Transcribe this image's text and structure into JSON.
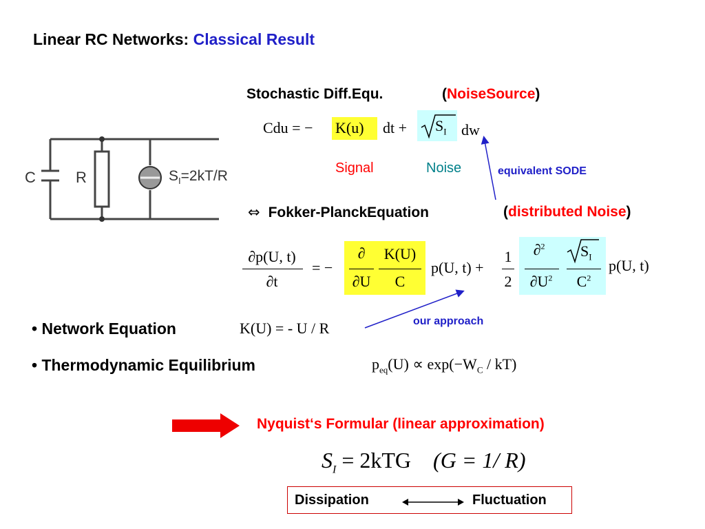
{
  "title": {
    "main": "Linear RC Networks:",
    "accent": "Classical Result"
  },
  "circuit": {
    "cap_label": "C",
    "res_label": "R",
    "source_label": "S",
    "source_sub": "I",
    "source_eq": "=2kT/R"
  },
  "sode": {
    "heading": "Stochastic Diff.Equ.",
    "paren_open": "(",
    "noise_a": "Noise",
    "noise_b": "Source",
    "paren_close": ")",
    "lhs": "Cdu = −",
    "ku": "K(u)",
    "mid": "dt +",
    "sqrt_s": "S",
    "sqrt_sub": "I",
    "dw": "dw",
    "signal": "Signal",
    "noise": "Noise",
    "equivalent": "equivalent SODE"
  },
  "fp": {
    "arrow": "⇔",
    "heading": "Fokker-PlanckEquation",
    "paren_open": "(",
    "dist_a": "distributed",
    "dist_b": "Noise",
    "paren_close": ")",
    "lhs_num": "∂p(U, t)",
    "lhs_den": "∂t",
    "eq": "= −",
    "d_num": "∂",
    "d_den": "∂U",
    "k_num": "K(U)",
    "k_den": "C",
    "p1": "p(U, t) +",
    "half_num": "1",
    "half_den": "2",
    "d2_num": "∂",
    "d2_num_sup": "2",
    "d2_den": "∂U",
    "d2_den_sup": "2",
    "s_num": "S",
    "s_sub": "I",
    "c2_den": "C",
    "c2_sup": "2",
    "p2": "p(U, t)"
  },
  "approach": "our approach",
  "bullets": [
    {
      "label": "Network Equation",
      "formula": "K(U) = - U / R"
    },
    {
      "label": "Thermodynamic Equilibrium",
      "formula": "(U) ∝ exp(−W",
      "p": "p",
      "p_sub": "eq",
      "w_sub": "C",
      "tail": " / kT)"
    }
  ],
  "nyquist": {
    "title": "Nyquist‘s Formular (linear approximation)",
    "s": "S",
    "s_sub": "I",
    "rhs": "= 2kTG",
    "g": "(G = 1/ R)"
  },
  "box": {
    "left": "Dissipation",
    "right": "Fluctuation"
  },
  "colors": {
    "red": "#ff0000",
    "blue": "#2020c8",
    "highlight_yellow": "#ffff33",
    "highlight_cyan": "#ccffff"
  }
}
